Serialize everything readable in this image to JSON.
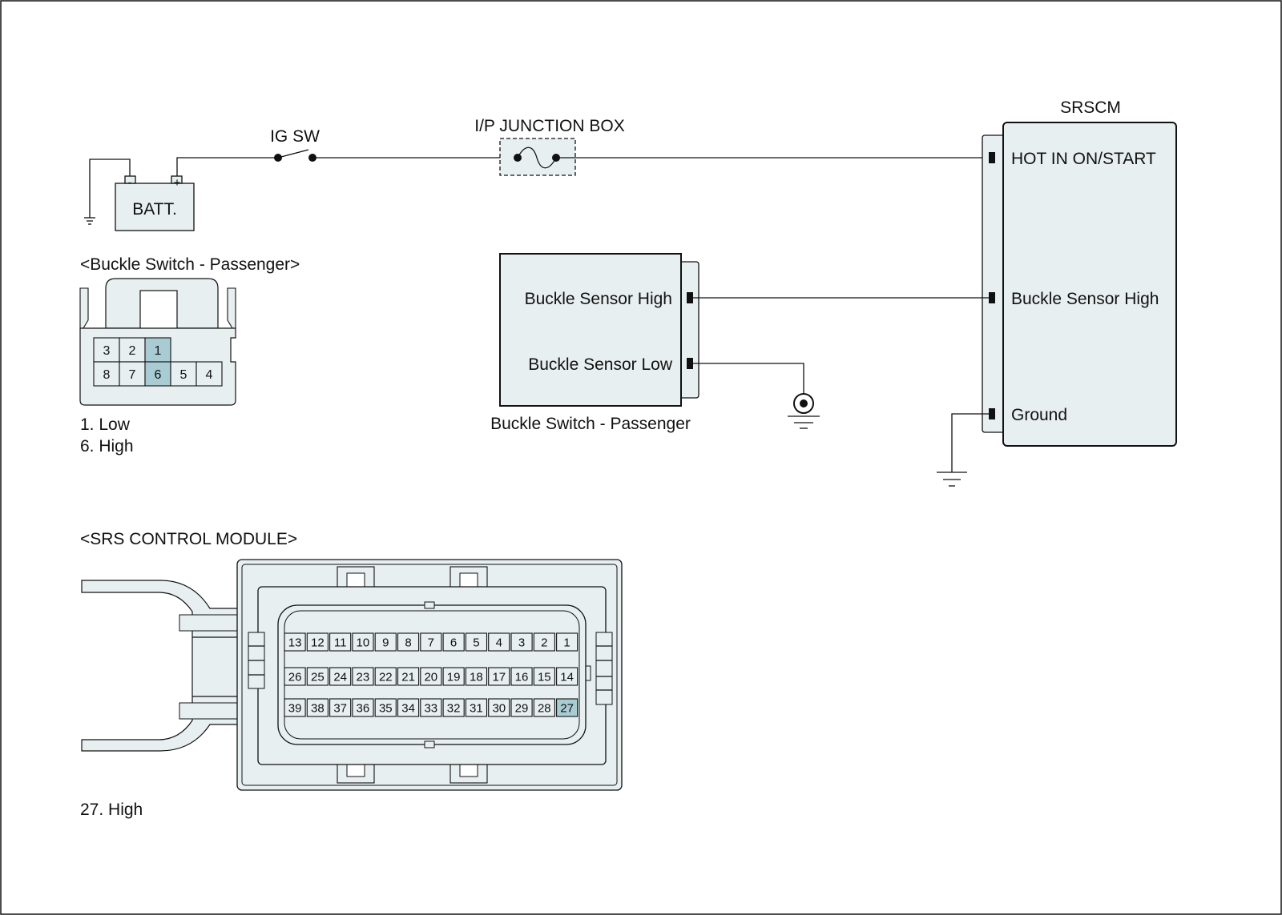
{
  "colors": {
    "body_fill": "#e8eff0",
    "highlight_pin": "#a9cbd3",
    "line": "#111111"
  },
  "power": {
    "ig_sw": "IG SW",
    "junction_box": "I/P JUNCTION BOX",
    "battery": "BATT.",
    "battery_neg": "-",
    "battery_pos": "+"
  },
  "srscm": {
    "title": "SRSCM",
    "pins": [
      "HOT IN ON/START",
      "Buckle Sensor High",
      "Ground"
    ]
  },
  "buckle_module": {
    "caption": "Buckle Switch - Passenger",
    "pins": [
      "Buckle Sensor High",
      "Buckle Sensor Low"
    ]
  },
  "buckle_connector": {
    "title": "<Buckle Switch - Passenger>",
    "top_row": [
      "3",
      "2",
      "1"
    ],
    "bottom_row": [
      "8",
      "7",
      "6",
      "5",
      "4"
    ],
    "highlighted": [
      "1",
      "6"
    ],
    "legend": [
      "1. Low",
      "6. High"
    ]
  },
  "srs_connector": {
    "title": "<SRS CONTROL MODULE>",
    "rows": [
      [
        "13",
        "12",
        "11",
        "10",
        "9",
        "8",
        "7",
        "6",
        "5",
        "4",
        "3",
        "2",
        "1"
      ],
      [
        "26",
        "25",
        "24",
        "23",
        "22",
        "21",
        "20",
        "19",
        "18",
        "17",
        "16",
        "15",
        "14"
      ],
      [
        "39",
        "38",
        "37",
        "36",
        "35",
        "34",
        "33",
        "32",
        "31",
        "30",
        "29",
        "28",
        "27"
      ]
    ],
    "highlighted": [
      "27"
    ],
    "legend": [
      "27. High"
    ]
  }
}
